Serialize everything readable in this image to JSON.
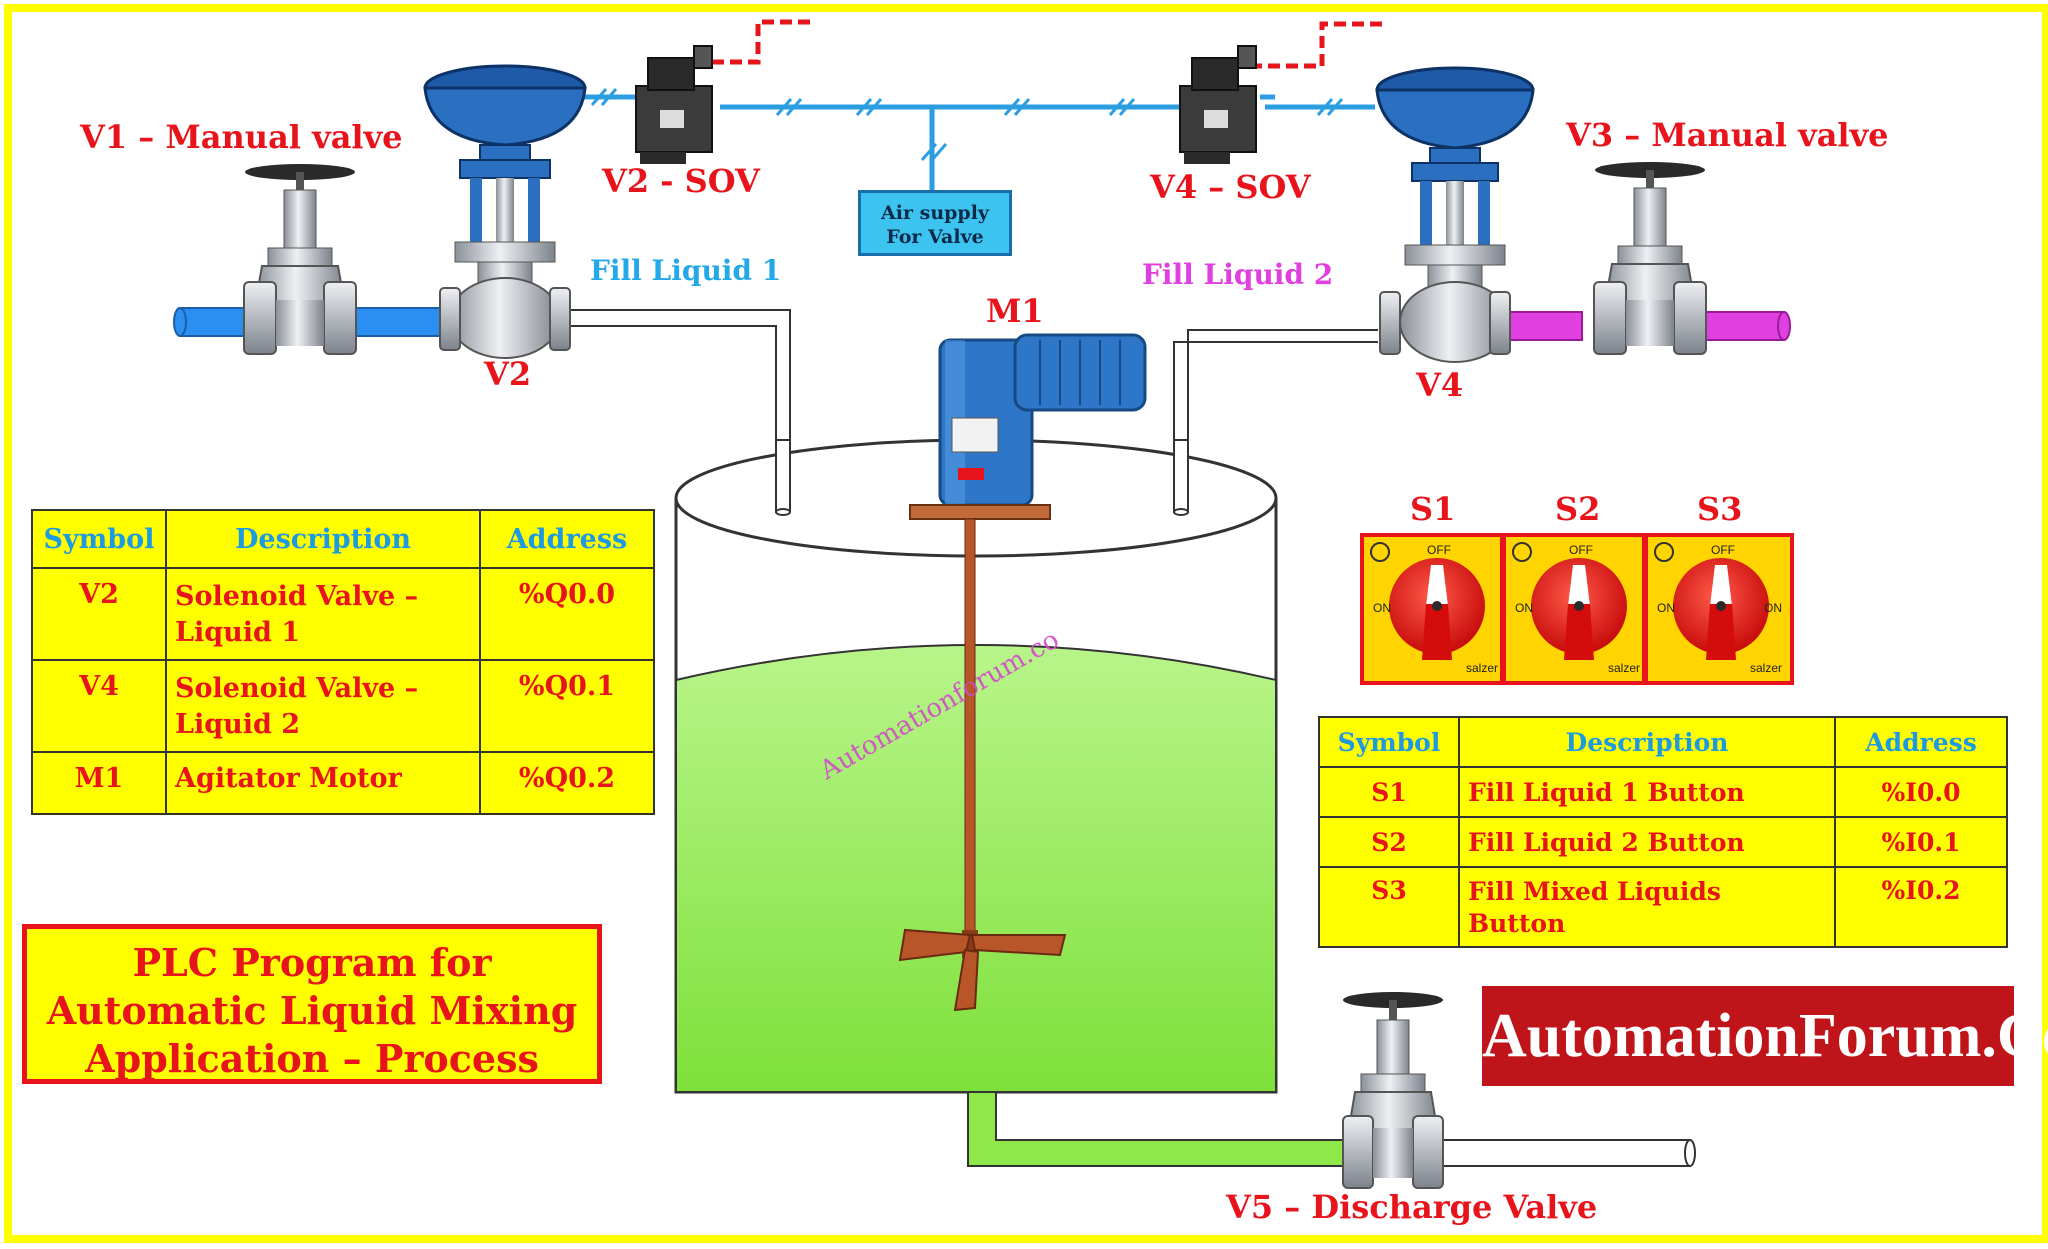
{
  "labels": {
    "v1": "V1 – Manual valve",
    "v2_sov": "V2 - SOV",
    "v4_sov": "V4 – SOV",
    "v3": "V3 – Manual valve",
    "v2": "V2",
    "v4": "V4",
    "m1": "M1",
    "fill1": "Fill Liquid 1",
    "fill2": "Fill Liquid 2",
    "s1": "S1",
    "s2": "S2",
    "s3": "S3",
    "v5": "V5 – Discharge Valve",
    "air_line1": "Air supply",
    "air_line2": "For Valve",
    "watermark": "Automationforum.co",
    "switch_off": "OFF",
    "switch_on": "ON",
    "switch_brand": "salzer"
  },
  "output_table": {
    "headers": [
      "Symbol",
      "Description",
      "Address"
    ],
    "rows": [
      {
        "symbol": "V2",
        "desc_line1": "Solenoid Valve –",
        "desc_line2": "Liquid 1",
        "address": "%Q0.0"
      },
      {
        "symbol": "V4",
        "desc_line1": "Solenoid Valve –",
        "desc_line2": "Liquid 2",
        "address": "%Q0.1"
      },
      {
        "symbol": "M1",
        "desc_line1": "Agitator Motor",
        "desc_line2": "",
        "address": "%Q0.2"
      }
    ]
  },
  "input_table": {
    "headers": [
      "Symbol",
      "Description",
      "Address"
    ],
    "rows": [
      {
        "symbol": "S1",
        "desc_line1": "Fill Liquid 1 Button",
        "desc_line2": "",
        "address": "%I0.0"
      },
      {
        "symbol": "S2",
        "desc_line1": "Fill Liquid 2 Button",
        "desc_line2": "",
        "address": "%I0.1"
      },
      {
        "symbol": "S3",
        "desc_line1": "Fill Mixed Liquids",
        "desc_line2": "Button",
        "address": "%I0.2"
      }
    ]
  },
  "title": {
    "line1": "PLC Program for",
    "line2": "Automatic Liquid Mixing",
    "line3": "Application – Process"
  },
  "brand": "AutomationForum.Co",
  "colors": {
    "border": "#ffff00",
    "label_red": "#e8141b",
    "label_blue": "#23a8e8",
    "label_magenta": "#e040e0",
    "liquid1_pipe": "#2a8ff0",
    "liquid2_pipe": "#e040e0",
    "liquid": "#8ee84a",
    "air_line": "#2a9ee0"
  }
}
